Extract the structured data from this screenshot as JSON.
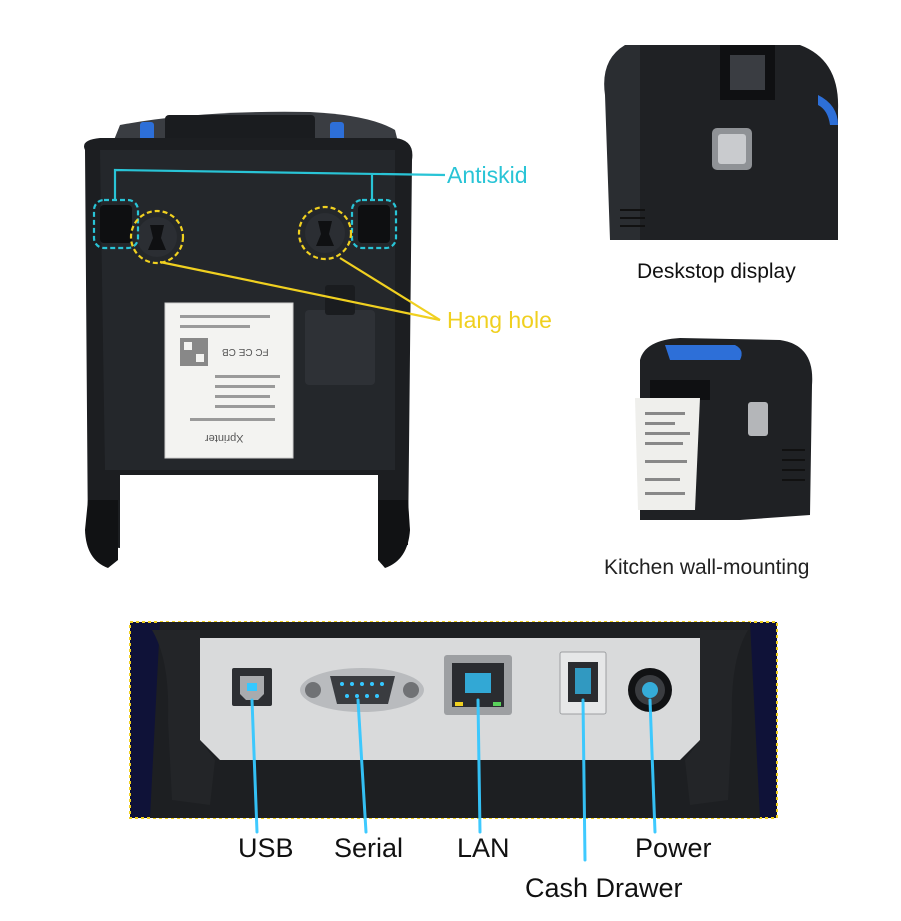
{
  "callouts": {
    "antiskid": "Antiskid",
    "hang_hole": "Hang hole"
  },
  "captions": {
    "desktop": "Deskstop display",
    "kitchen": "Kitchen wall-mounting"
  },
  "ports": {
    "usb": "USB",
    "serial": "Serial",
    "lan": "LAN",
    "cash_drawer": "Cash Drawer",
    "power": "Power"
  },
  "sticker": {
    "brand": "Xprinter",
    "certs": "FC CE CB"
  },
  "colors": {
    "antiskid": "#29c4d6",
    "hang_hole": "#f0d020",
    "port_glow": "#35c8ff",
    "panel_bg": "#0f1238",
    "panel_border": "#f0d020"
  }
}
